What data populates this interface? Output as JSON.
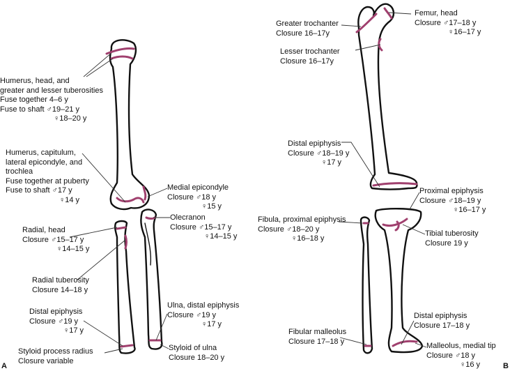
{
  "colors": {
    "bone": "#111111",
    "growth_plate": "#a0406e"
  },
  "panels": {
    "a": "A",
    "b": "B"
  },
  "arm": {
    "humerus_head": [
      "Humerus, head, and",
      "greater and lesser tuberosities",
      "Fuse together 4–6 y",
      "Fuse to shaft   ♂19–21 y",
      "♀18–20 y"
    ],
    "capitulum": [
      "Humerus, capitulum,",
      "lateral epicondyle, and",
      "trochlea",
      "Fuse together at puberty",
      "Fuse to shaft   ♂17 y",
      "♀14 y"
    ],
    "medial_epicondyle": [
      "Medial epicondyle",
      "Closure   ♂18 y",
      "♀15 y"
    ],
    "olecranon": [
      "Olecranon",
      "Closure   ♂15–17 y",
      "♀14–15 y"
    ],
    "radial_head": [
      "Radial, head",
      "Closure   ♂15–17 y",
      "♀14–15 y"
    ],
    "radial_tuberosity": [
      "Radial tuberosity",
      "Closure 14–18 y"
    ],
    "radius_distal": [
      "Distal epiphysis",
      "Closure   ♂19 y",
      "♀17 y"
    ],
    "styloid_radius": [
      "Styloid process radius",
      "Closure variable"
    ],
    "ulna_distal": [
      "Ulna, distal epiphysis",
      "Closure   ♂19 y",
      "♀17 y"
    ],
    "styloid_ulna": [
      "Styloid of ulna",
      "Closure 18–20 y"
    ]
  },
  "leg": {
    "greater_trochanter": [
      "Greater trochanter",
      "Closure 16–17y"
    ],
    "femur_head": [
      "Femur, head",
      "Closure   ♂17–18 y",
      "♀16–17 y"
    ],
    "lesser_trochanter": [
      "Lesser trochanter",
      "Closure 16–17y"
    ],
    "femur_distal": [
      "Distal epiphysis",
      "Closure   ♂18–19 y",
      "♀17 y"
    ],
    "tibia_proximal": [
      "Proximal epiphysis",
      "Closure   ♂18–19 y",
      "♀16–17 y"
    ],
    "fibula_proximal": [
      "Fibula, proximal epiphysis",
      "Closure   ♂18–20 y",
      "♀16–18 y"
    ],
    "tibial_tuberosity": [
      "Tibial tuberosity",
      "Closure 19 y"
    ],
    "tibia_distal": [
      "Distal epiphysis",
      "Closure 17–18 y"
    ],
    "fibular_malleolus": [
      "Fibular malleolus",
      "Closure 17–18 y"
    ],
    "medial_malleolus": [
      "Malleolus, medial tip",
      "Closure   ♂18 y",
      "♀16 y"
    ]
  }
}
